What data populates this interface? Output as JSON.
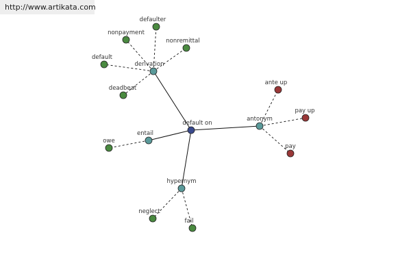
{
  "banner": {
    "url": "http://www.artikata.com"
  },
  "colors": {
    "center": "#3a4a8e",
    "relation": "#5a9a9a",
    "synonym_term": "#4a8a40",
    "antonym_term": "#9a3838",
    "edge": "#111111",
    "label": "#333333"
  },
  "graph": {
    "center": {
      "id": "default-on",
      "label": "default on"
    },
    "relations": [
      {
        "id": "derivation",
        "label": "derivation",
        "terms": [
          {
            "id": "defaulter",
            "label": "defaulter",
            "kind": "synonym"
          },
          {
            "id": "nonpayment",
            "label": "nonpayment",
            "kind": "synonym"
          },
          {
            "id": "nonremittal",
            "label": "nonremittal",
            "kind": "synonym"
          },
          {
            "id": "default",
            "label": "default",
            "kind": "synonym"
          },
          {
            "id": "deadbeat",
            "label": "deadbeat",
            "kind": "synonym"
          }
        ]
      },
      {
        "id": "antonym",
        "label": "antonym",
        "terms": [
          {
            "id": "ante-up",
            "label": "ante up",
            "kind": "antonym"
          },
          {
            "id": "pay-up",
            "label": "pay up",
            "kind": "antonym"
          },
          {
            "id": "pay",
            "label": "pay",
            "kind": "antonym"
          }
        ]
      },
      {
        "id": "entail",
        "label": "entail",
        "terms": [
          {
            "id": "owe",
            "label": "owe",
            "kind": "synonym"
          }
        ]
      },
      {
        "id": "hypernym",
        "label": "hypernym",
        "terms": [
          {
            "id": "neglect",
            "label": "neglect",
            "kind": "synonym"
          },
          {
            "id": "fail",
            "label": "fail",
            "kind": "synonym"
          }
        ]
      }
    ]
  }
}
